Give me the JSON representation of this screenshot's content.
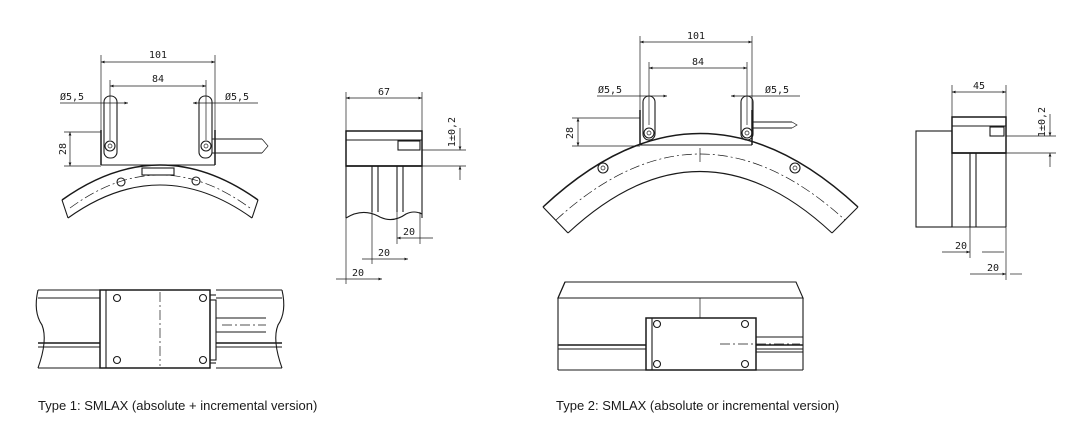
{
  "type1": {
    "caption": "Type 1: SMLAX (absolute + incremental version)",
    "dims": {
      "d101": "101",
      "d84": "84",
      "hole_left": "Ø5,5",
      "hole_right": "Ø5,5",
      "d28": "28",
      "d67": "67",
      "gap": "1±0,2",
      "d20_a": "20",
      "d20_b": "20",
      "d20_c": "20"
    }
  },
  "type2": {
    "caption": "Type 2: SMLAX (absolute or incremental version)",
    "dims": {
      "d101": "101",
      "d84": "84",
      "hole_left": "Ø5,5",
      "hole_right": "Ø5,5",
      "d28": "28",
      "d45": "45",
      "gap": "1±0,2",
      "d20_a": "20",
      "d20_b": "20"
    }
  }
}
